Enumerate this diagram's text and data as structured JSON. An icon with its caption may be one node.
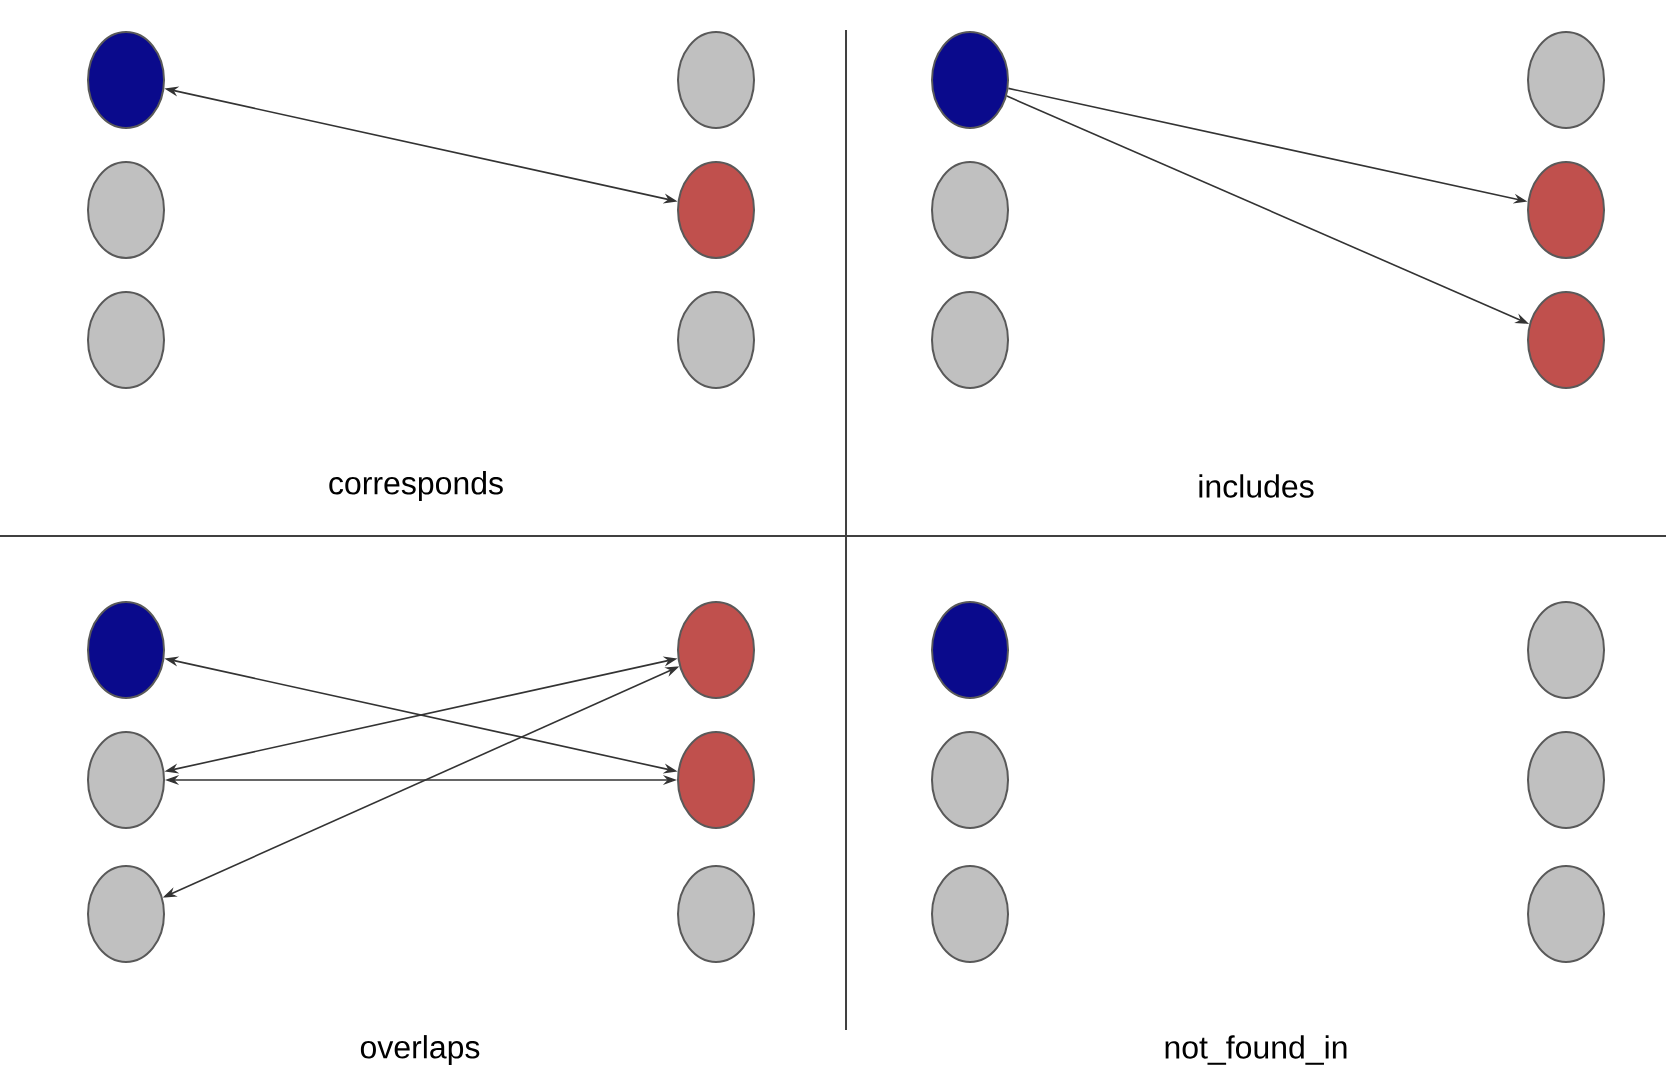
{
  "diagram": {
    "nodes": [
      {
        "text": [],
        "shape": "circle"
      },
      {
        "text": [],
        "shape": "circle"
      },
      {
        "text": [],
        "shape": "circle"
      },
      {
        "text": [],
        "shape": "circle"
      },
      {
        "text": [],
        "shape": "circle"
      },
      {
        "text": [],
        "shape": "circle"
      },
      {
        "text": [],
        "shape": "circle"
      },
      {
        "text": [],
        "shape": "circle"
      },
      {
        "text": [],
        "shape": "circle"
      },
      {
        "text": [],
        "shape": "circle"
      },
      {
        "text": [],
        "shape": "circle"
      },
      {
        "text": [],
        "shape": "circle"
      },
      {
        "text": [],
        "shape": "circle"
      },
      {
        "text": [],
        "shape": "circle"
      },
      {
        "text": [],
        "shape": "circle"
      },
      {
        "text": [],
        "shape": "circle"
      },
      {
        "text": [],
        "shape": "circle"
      },
      {
        "text": [],
        "shape": "circle"
      },
      {
        "text": [],
        "shape": "circle"
      },
      {
        "text": [],
        "shape": "circle"
      },
      {
        "text": [],
        "shape": "circle"
      },
      {
        "text": [],
        "shape": "circle"
      },
      {
        "text": [],
        "shape": "circle"
      },
      {
        "text": [],
        "shape": "circle"
      }
    ],
    "edges": [
      {
        "from": 0,
        "to": 4,
        "arrow": "both"
      },
      {
        "from": 6,
        "to": 10,
        "arrow": "to"
      },
      {
        "from": 6,
        "to": 11,
        "arrow": "to"
      },
      {
        "from": 12,
        "to": 16,
        "arrow": "both"
      },
      {
        "from": 13,
        "to": 15,
        "arrow": "both"
      },
      {
        "from": 13,
        "to": 16,
        "arrow": "both"
      },
      {
        "from": 14,
        "to": 15,
        "arrow": "both"
      }
    ],
    "labels": [
      "corresponds",
      "includes",
      "overlaps",
      "not_found_in"
    ]
  }
}
